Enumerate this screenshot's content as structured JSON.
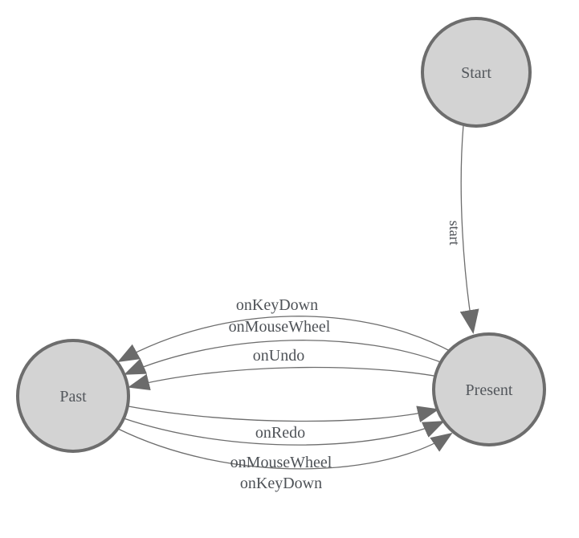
{
  "diagram": {
    "type": "state-machine",
    "nodes": [
      {
        "id": "start",
        "label": "Start"
      },
      {
        "id": "present",
        "label": "Present"
      },
      {
        "id": "past",
        "label": "Past"
      }
    ],
    "edges": [
      {
        "from": "Start",
        "to": "Present",
        "label": "start"
      },
      {
        "from": "Present",
        "to": "Past",
        "label": "onKeyDown"
      },
      {
        "from": "Present",
        "to": "Past",
        "label": "onMouseWheel"
      },
      {
        "from": "Present",
        "to": "Past",
        "label": "onUndo"
      },
      {
        "from": "Past",
        "to": "Present",
        "label": "onRedo"
      },
      {
        "from": "Past",
        "to": "Present",
        "label": "onMouseWheel"
      },
      {
        "from": "Past",
        "to": "Present",
        "label": "onKeyDown"
      }
    ],
    "colors": {
      "node_fill": "#d3d3d3",
      "node_stroke": "#6d6d6d",
      "edge_line": "#6d6d6d",
      "arrowhead": "#6b6b6b",
      "text": "#53575c",
      "background": "#ffffff"
    }
  }
}
